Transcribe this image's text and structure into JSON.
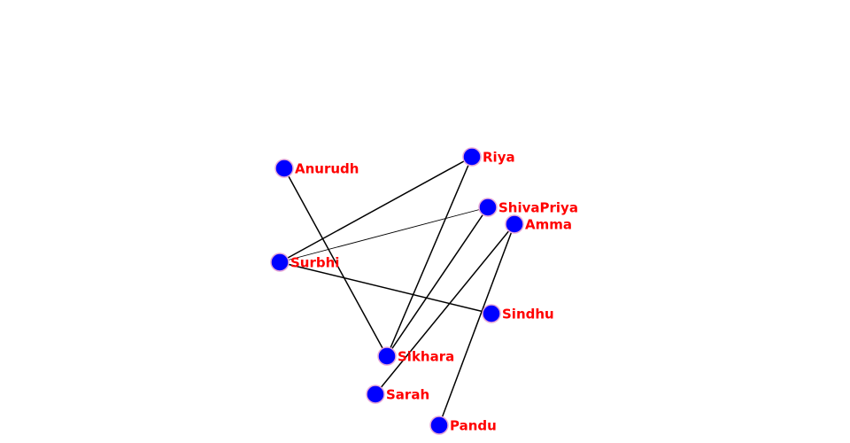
{
  "graph": {
    "node_color": "#0000ff",
    "node_outline_color": "#e6a8d7",
    "label_color": "#ff0000",
    "edge_color": "#000000",
    "nodes": [
      {
        "id": "anurudh",
        "label": "Anurudh"
      },
      {
        "id": "riya",
        "label": "Riya"
      },
      {
        "id": "shivapriya",
        "label": "ShivaPriya"
      },
      {
        "id": "amma",
        "label": "Amma"
      },
      {
        "id": "surbhi",
        "label": "Surbhi"
      },
      {
        "id": "sindhu",
        "label": "Sindhu"
      },
      {
        "id": "sikhara",
        "label": "Sikhara"
      },
      {
        "id": "sarah",
        "label": "Sarah"
      },
      {
        "id": "pandu",
        "label": "Pandu"
      }
    ],
    "edges": [
      {
        "source": "anurudh",
        "target": "sikhara"
      },
      {
        "source": "surbhi",
        "target": "riya"
      },
      {
        "source": "surbhi",
        "target": "shivapriya"
      },
      {
        "source": "surbhi",
        "target": "sindhu"
      },
      {
        "source": "riya",
        "target": "sikhara"
      },
      {
        "source": "shivapriya",
        "target": "sikhara"
      },
      {
        "source": "amma",
        "target": "sarah"
      },
      {
        "source": "amma",
        "target": "pandu"
      }
    ]
  }
}
